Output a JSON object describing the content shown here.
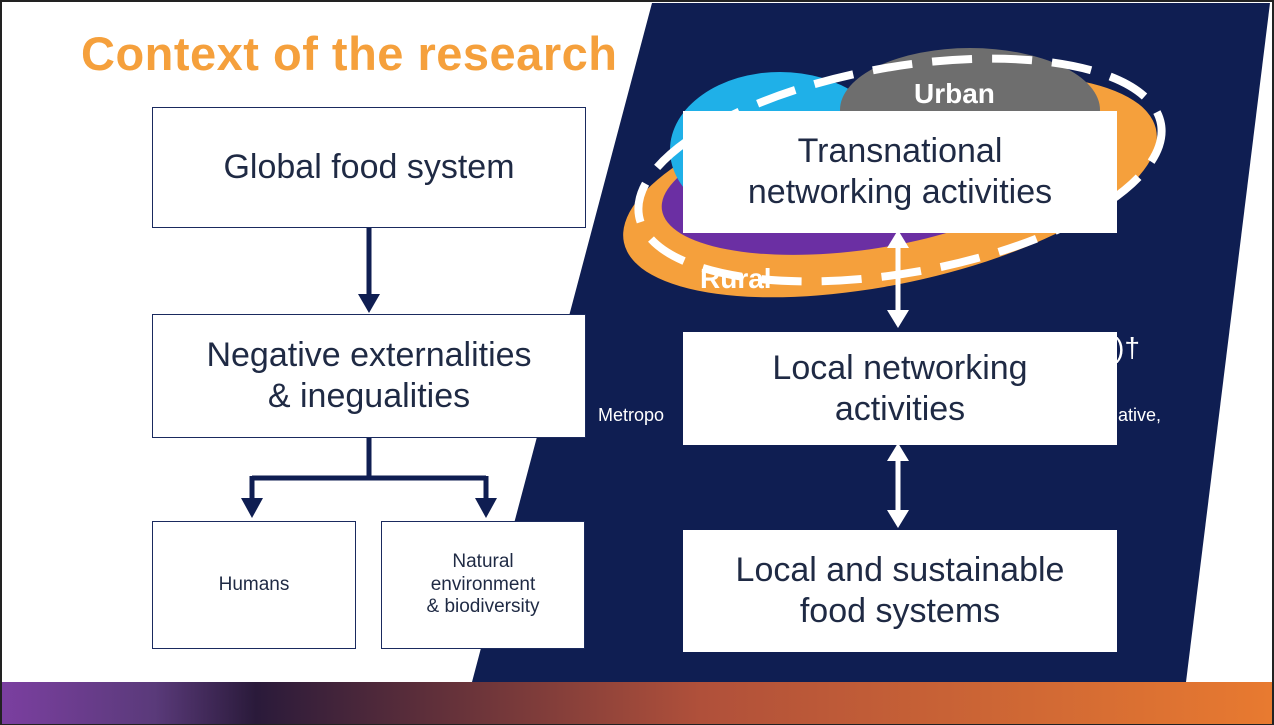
{
  "slide": {
    "title": "Context of the research",
    "colors": {
      "navy": "#0f1e52",
      "orange": "#f5a03c",
      "blue": "#1fb0e8",
      "purple": "#6b2fa3",
      "gray": "#6e6e6e",
      "bottom_bar_left": "#7b3fa0",
      "bottom_bar_right": "#e87a30"
    }
  },
  "left_flow": {
    "global": "Global food system",
    "negative_line1": "Negative externalities",
    "negative_line2": "& inegualities",
    "humans": "Humans",
    "natural_line1": "Natural",
    "natural_line2": "environment",
    "natural_line3": "& biodiversity"
  },
  "right_flow": {
    "urban": "Urban",
    "rural": "Rural",
    "transnational_line1": "Transnational",
    "transnational_line2": "networking activities",
    "local_networking_line1": "Local networking",
    "local_networking_line2": "activities",
    "local_food_line1": "Local and sustainable",
    "local_food_line2": "food systems"
  },
  "background_text": {
    "fragment_metropo": "Metropo",
    "fragment_ative": "ative,",
    "fragment_dagger": ")†"
  }
}
